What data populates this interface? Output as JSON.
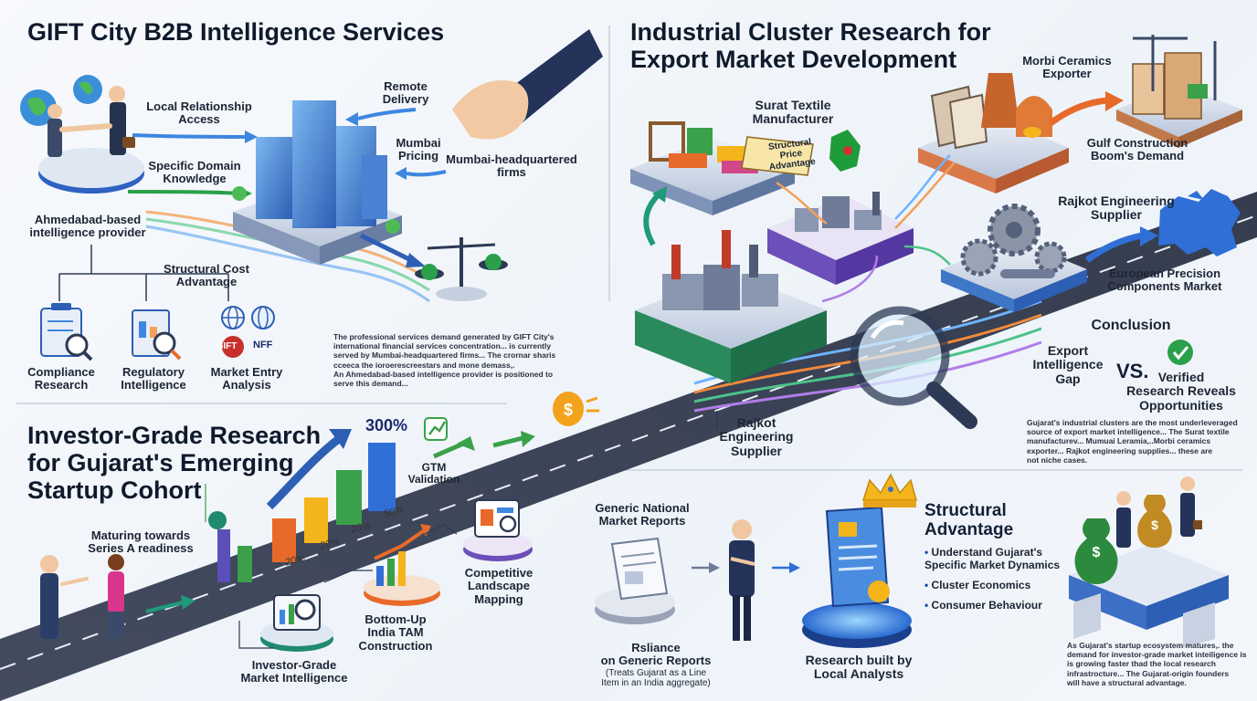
{
  "section1": {
    "title": "GIFT City B2B Intelligence Services",
    "labels": {
      "local_relationship": "Local Relationship\nAccess",
      "specific_domain": "Specific Domain\nKnowledge",
      "remote_delivery": "Remote\nDelivery",
      "mumbai_pricing": "Mumbai\nPricing",
      "mumbai_firms": "Mumbai-headquartered\nfirms",
      "ahmedabad_provider": "Ahmedabad-based\nintelligence provider",
      "structural_cost": "Structural Cost\nAdvantage"
    },
    "services": [
      {
        "label": "Compliance\nResearch"
      },
      {
        "label": "Regulatory\nIntelligence"
      },
      {
        "label": "Market Entry\nAnalysis"
      }
    ],
    "logo_texts": [
      "GIFT",
      "NFF"
    ],
    "paragraph": "The professional services demand generated by GIFT City's\ninternational financial services concentration... is currently\nserved by Mumbai-headquartered firms... The crornar sharis\ncceeca the ioroerescreestars and mone demass,.\nAn Ahmedabad-based intelligence provider is positioned to\nserve this demand..."
  },
  "section2": {
    "title": "Industrial Cluster Research for\nExport Market Development",
    "labels": {
      "surat": "Surat Textile\nManufacturer",
      "structural_price": "Structural\nPrice\nAdvantage",
      "morbi": "Morbi Ceramics\nExporter",
      "gulf": "Gulf Construction\nBoom's Demand",
      "rajkot_top": "Rajkot Engineering\nSupplier",
      "european": "European Precision\nComponents Market",
      "rajkot_bottom": "Rajkot\nEngineering\nSupplier"
    },
    "conclusion": {
      "heading": "Conclusion",
      "left": "Export\nIntelligence\nGap",
      "vs": "VS.",
      "right": "Verified\nResearch Reveals\nOpportunities"
    },
    "paragraph": "Gujarat's industrial clusters are the most underleveraged\nsource of export market intelligence... The Surat textile\nmanufacturev... Mumuai Leramia,..Morbi ceramics\nexporter... Rajkot engineering supplies... these are\nnot niche cases."
  },
  "section3": {
    "title": "Investor-Grade Research\nfor Gujarat's Emerging\nStartup Cohort",
    "big_pct": "300%",
    "gtm": "GTM\nValidation",
    "bar_pcts": [
      "20%",
      "20%",
      "20%",
      "50%"
    ],
    "labels": {
      "maturing": "Maturing towards\nSeries A readiness",
      "bottom_up": "Bottom-Up\nIndia TAM\nConstruction",
      "competitive": "Competitive\nLandscape\nMapping",
      "investor_grade": "Investor-Grade\nMarket Intelligence"
    }
  },
  "section4": {
    "generic_reports": "Generic National\nMarket Reports",
    "reliance": "Rsliance\non Generic Reports",
    "reliance_sub": "(Treats Gujarat as a Line\nItem in an India aggregate)",
    "research_local": "Research built by\nLocal Analysts",
    "structural_title": "Structural\nAdvantage",
    "bullets": [
      "Understand Gujarat's\nSpecific Market Dynamics",
      "Cluster Economics",
      "Consumer Behaviour"
    ],
    "paragraph": "As Gujarat's startup ecosystem matures,. the\ndemand for investor-grade market inteiligence is\nis growing faster thad the local research\ninfrastrocture... The Gujarat-origin founders\nwill have a structural advantage."
  },
  "colors": {
    "accent_blue": "#2f6fd6",
    "navy": "#1b2a6b",
    "green": "#2aa04a",
    "orange": "#e86a2a",
    "gold": "#f3b51b"
  }
}
